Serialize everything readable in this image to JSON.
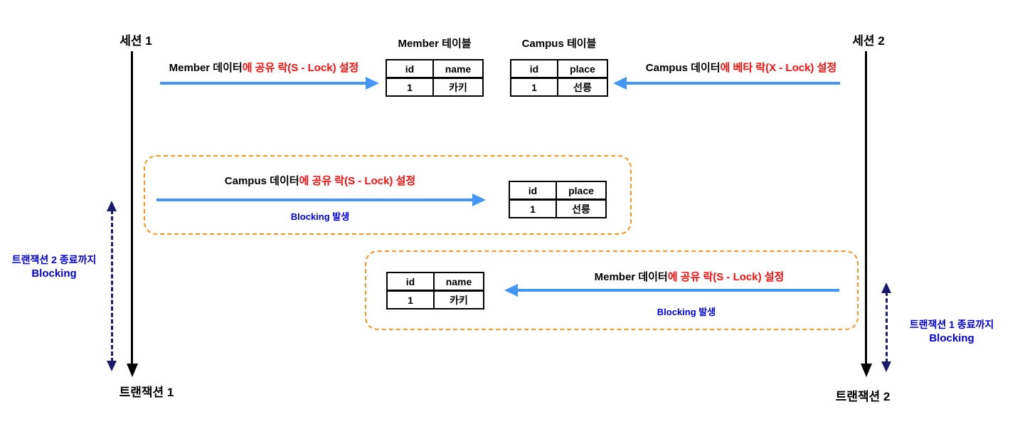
{
  "sessions": {
    "s1": {
      "top_label": "세션 1",
      "bottom_label": "트랜잭션 1"
    },
    "s2": {
      "top_label": "세션 2",
      "bottom_label": "트랜잭션 2"
    }
  },
  "tables": {
    "member_title": "Member 테이블",
    "campus_title": "Campus 테이블",
    "member": {
      "col1": "id",
      "col2": "name",
      "val1": "1",
      "val2": "카키"
    },
    "campus": {
      "col1": "id",
      "col2": "place",
      "val1": "1",
      "val2": "선릉"
    }
  },
  "arrows": {
    "s1_member": {
      "black": "Member 데이터",
      "red": "에 공유 락(S - Lock) 설정"
    },
    "s2_campus": {
      "black": "Campus 데이터",
      "red": "에 베타 락(X - Lock) 설정"
    },
    "s1_campus_blocked": {
      "black": "Campus 데이터",
      "red": "에 공유 락(S - Lock) 설정",
      "blocking": "Blocking 발생"
    },
    "s2_member_blocked": {
      "black": "Member 데이터",
      "red": "에 공유 락(S - Lock) 설정",
      "blocking": "Blocking 발생"
    }
  },
  "notes": {
    "left": {
      "line1": "트랜잭션 2 종료까지",
      "line2": "Blocking"
    },
    "right": {
      "line1": "트랜잭션 1 종료까지",
      "line2": "Blocking"
    }
  },
  "colors": {
    "lock_arrow_blue": "#4296F5",
    "group_box_orange": "#F7941E",
    "blocking_text_blue": "#0000FF",
    "note_text_blue": "#0000E0",
    "wait_arrow_navy": "#1A1A6E",
    "lock_text_red": "#FF0D0D",
    "timeline_black": "#000000"
  }
}
